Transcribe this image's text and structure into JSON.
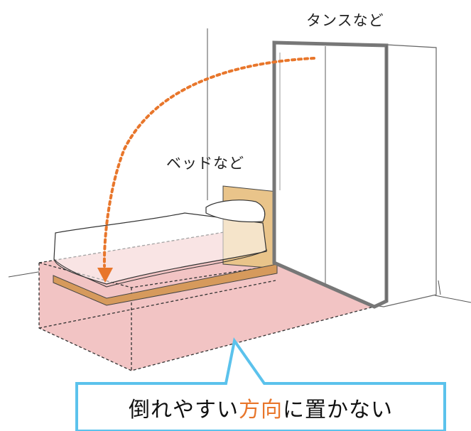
{
  "labels": {
    "wardrobe": "タンスなど",
    "bed": "ベッドなど"
  },
  "callout": {
    "text_before": "倒れやすい",
    "text_highlight": "方向",
    "text_after": "に置かない"
  },
  "colors": {
    "danger_zone_fill": "#f2c4c4",
    "arrow": "#e8762b",
    "callout_border": "#5bc2ec",
    "highlight_text": "#e8762b",
    "bed_frame": "#d69a5c",
    "wardrobe_frame": "#777777"
  },
  "icons": {
    "fall_arrow": "dotted-curved-arrow-down"
  }
}
